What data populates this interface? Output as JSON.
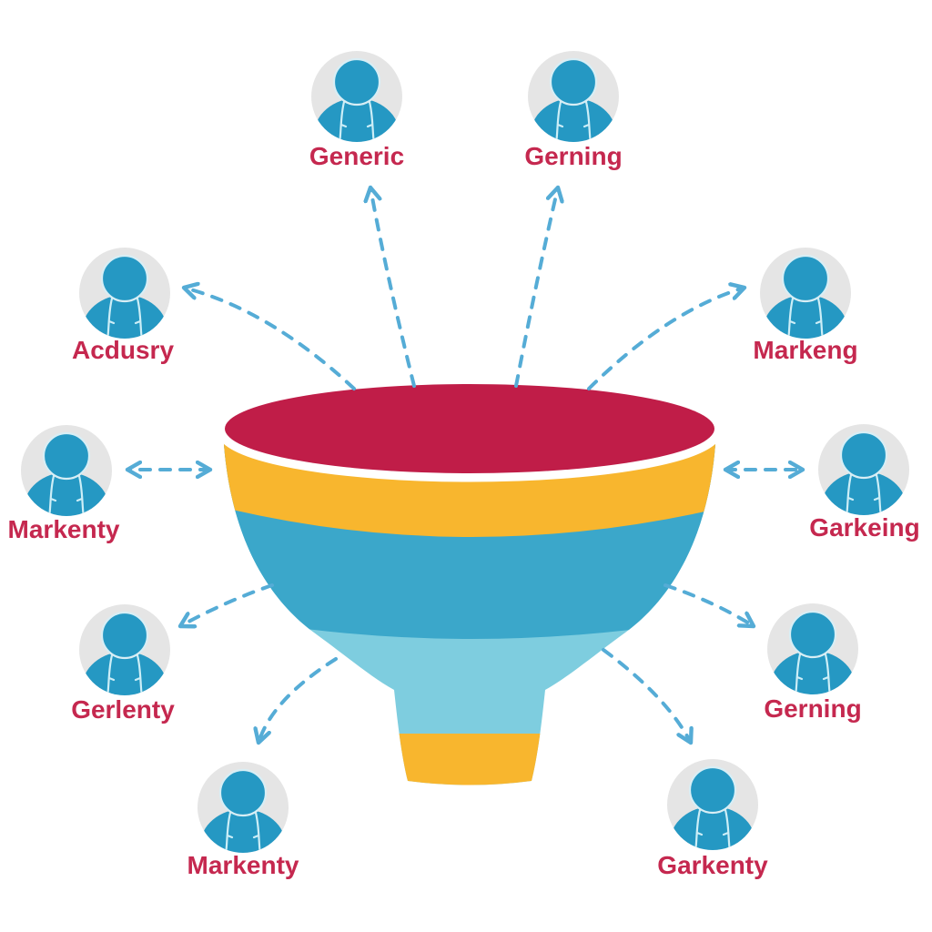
{
  "diagram": {
    "kind": "marketing-funnel-infographic",
    "background": "#ffffff"
  },
  "colors": {
    "funnel_top": "#c01d48",
    "funnel_rim": "#ffffff",
    "funnel_yellow": "#f8b62e",
    "funnel_blue": "#3ba7ca",
    "funnel_light_blue": "#7ecddf",
    "arrow": "#55acd6",
    "avatar_bg": "#e5e5e5",
    "avatar_fill": "#2598c3",
    "avatar_detail": "#cdeef7",
    "label": "#c5284f"
  },
  "nodes": [
    {
      "id": "generic",
      "label": "Generic"
    },
    {
      "id": "gerning-top",
      "label": "Gerning"
    },
    {
      "id": "acdusry",
      "label": "Acdusry"
    },
    {
      "id": "markeng",
      "label": "Markeng"
    },
    {
      "id": "markenty-left",
      "label": "Markenty"
    },
    {
      "id": "garkeing",
      "label": "Garkeing"
    },
    {
      "id": "gerlenty",
      "label": "Gerlenty"
    },
    {
      "id": "gerning-lower",
      "label": "Gerning"
    },
    {
      "id": "markenty-bottom",
      "label": "Markenty"
    },
    {
      "id": "garkenty",
      "label": "Garkenty"
    }
  ]
}
